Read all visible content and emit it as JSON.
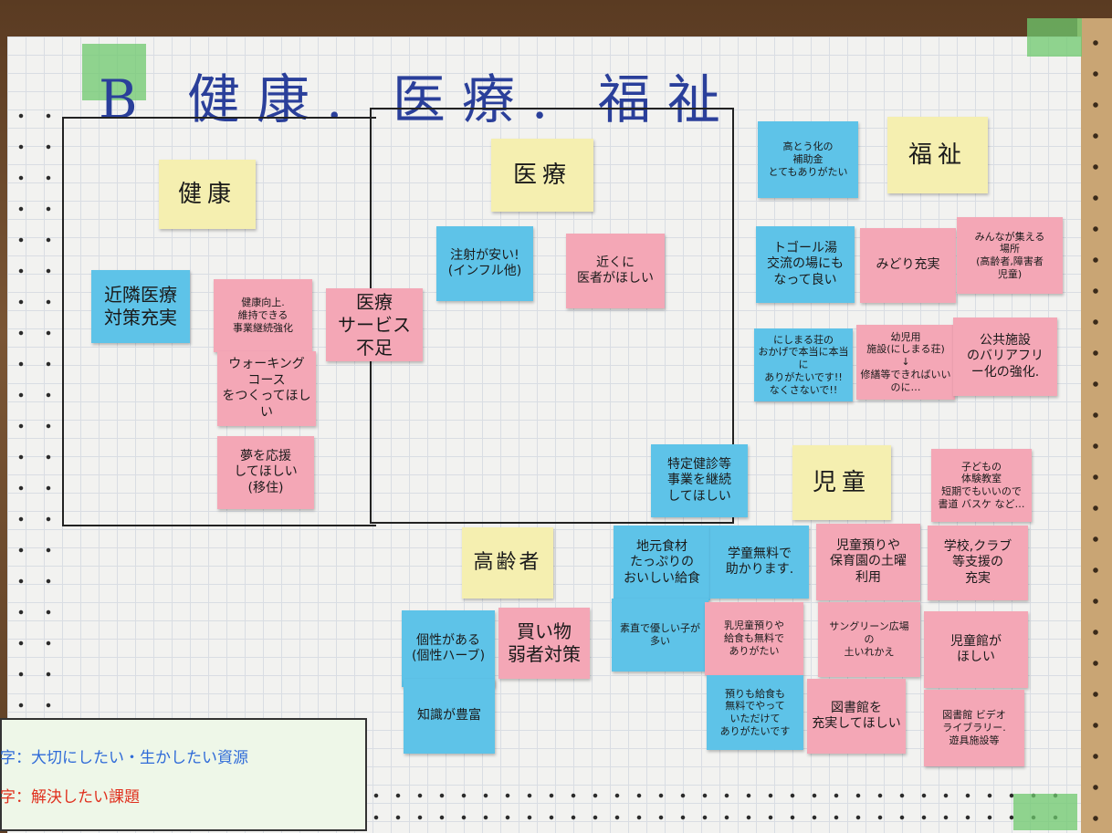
{
  "title": "B 健康. 医療. 福祉",
  "sections": {
    "kenkou": "健康",
    "iryou": "医療",
    "fukushi": "福祉",
    "jidou": "児童",
    "koureisha": "高齢者"
  },
  "notes": {
    "kinrin_iryou": "近隣医療\n対策充実",
    "kenkou_koujou": "健康向上.\n維持できる\n事業継続強化",
    "walking": "ウォーキング\nコース\nをつくってほしい",
    "yume_ouen": "夢を応援\nしてほしい\n(移住)",
    "iryou_service": "医療\nサービス\n不足",
    "chuusha": "注射が安い!\n(インフル他)",
    "chikaku_isha": "近くに\n医者がほしい",
    "koutouka_hojo": "高とう化の\n補助金\nとてもありがたい",
    "togoru_yu": "トゴール湯\n交流の場にも\nなって良い",
    "midori_juujitsu": "みどり充実",
    "minna_ibasho": "みんなが集える\n場所\n(高齢者,障害者\n児童)",
    "nishimaru": "にしまる荘の\nおかげで本当に本当に\nありがたいです!!\nなくさないで!!",
    "youji_shisetsu": "幼児用\n施設(にしまる荘)\n↓\n修繕等できればいいのに…",
    "koukyou_barrier": "公共施設\nのバリアフリ\nー化の強化.",
    "tokutei_kenshin": "特定健診等\n事業を継続\nしてほしい",
    "kodomo_taiken": "子どもの\n体験教室\n短期でもいいので\n書道 バスケ など…",
    "jimoto_shokuzai": "地元食材\nたっぷりの\nおいしい給食",
    "gakudou_muryou": "学童無料で\n助かります.",
    "jidou_azukari": "児童預りや\n保育園の土曜\n利用",
    "gakkou_club": "学校,クラブ\n等支援の\n充実",
    "sunao_yasashii": "素直で優しい子が\n多い",
    "nyuuji_azukari": "乳児童預りや\n給食も無料で\nありがたい",
    "sungreen": "サングリーン広場\nの\n土いれかえ",
    "jidoukan": "児童館が\nほしい",
    "kosei": "個性がある\n(個性ハーブ)",
    "kaimono": "買い物\n弱者対策",
    "chishiki": "知識が豊富",
    "azukari_muryou": "預りも給食も\n無料でやって\nいただけて\nありがたいです",
    "toshokan_juujitsu": "図書館を\n充実してほしい",
    "toshokan_video": "図書館 ビデオ\nライブラリー.\n遊具施設等"
  },
  "legend": {
    "blue_label": "字：大切にしたい・生かしたい資源",
    "red_label": "字：解決したい課題",
    "blue_color": "#2f6bd8",
    "red_color": "#e0301e"
  }
}
